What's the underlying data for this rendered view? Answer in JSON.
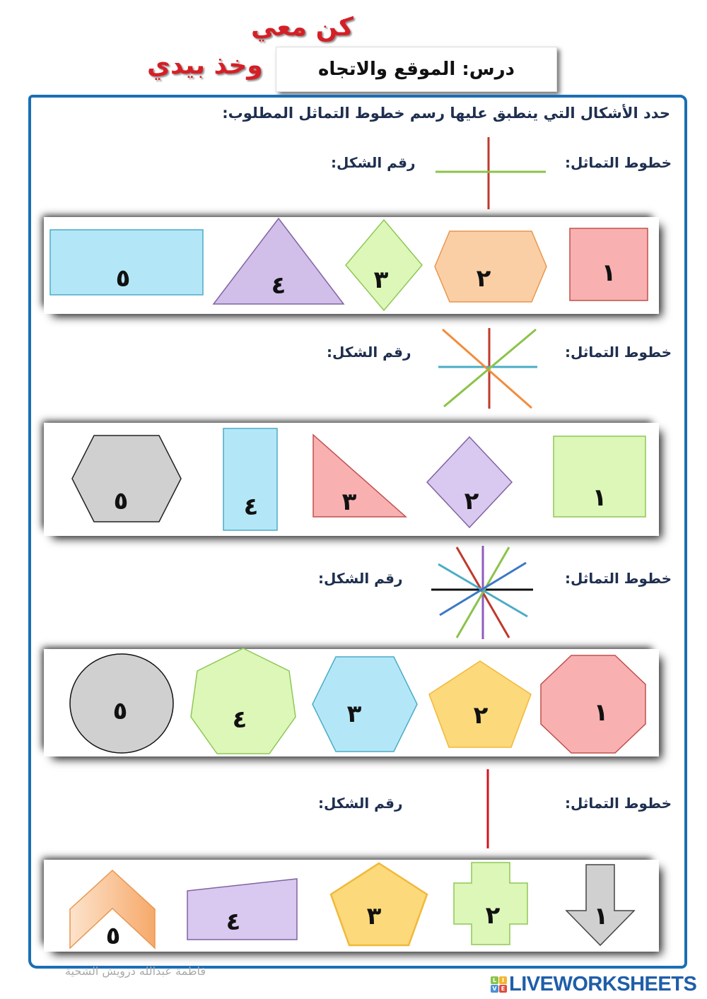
{
  "header": {
    "slogan_line1": "كن معي",
    "slogan_line2": "وخذ بيدي",
    "lesson_title": "درس: الموقع والاتجاه"
  },
  "instruction": "حدد الأشكال التي ينطبق عليها رسم خطوط التماثل المطلوب:",
  "questions": [
    {
      "symmetry_label": "خطوط التماثل:",
      "shape_number_label": "رقم الشكل:",
      "symmetry_lines_count": 2,
      "symmetry_line_colors": [
        "#c0392b",
        "#8bc34a"
      ],
      "shapes": [
        {
          "number": "١",
          "type": "square",
          "fill": "#f9b0b0",
          "stroke": "#c0504d"
        },
        {
          "number": "٢",
          "type": "hexagon",
          "fill": "#fbcfa6",
          "stroke": "#e8974e"
        },
        {
          "number": "٣",
          "type": "rhombus",
          "fill": "#dcf7b8",
          "stroke": "#8ec756"
        },
        {
          "number": "٤",
          "type": "isosceles-triangle",
          "fill": "#d1bfe9",
          "stroke": "#8064a2"
        },
        {
          "number": "٥",
          "type": "rectangle",
          "fill": "#b3e7f8",
          "stroke": "#4bacc6"
        }
      ]
    },
    {
      "symmetry_label": "خطوط التماثل:",
      "shape_number_label": "رقم الشكل:",
      "symmetry_lines_count": 4,
      "symmetry_line_colors": [
        "#c0392b",
        "#8bc34a",
        "#f28c3c",
        "#4bacc6"
      ],
      "shapes": [
        {
          "number": "١",
          "type": "square",
          "fill": "#dcf7b8",
          "stroke": "#8ec756"
        },
        {
          "number": "٢",
          "type": "rhombus",
          "fill": "#d9c8ef",
          "stroke": "#8064a2"
        },
        {
          "number": "٣",
          "type": "right-triangle",
          "fill": "#f9b0b0",
          "stroke": "#c0504d"
        },
        {
          "number": "٤",
          "type": "tall-rectangle",
          "fill": "#b3e7f8",
          "stroke": "#4bacc6"
        },
        {
          "number": "٥",
          "type": "hexagon",
          "fill": "#d0d0d0",
          "stroke": "#222222"
        }
      ]
    },
    {
      "symmetry_label": "خطوط التماثل:",
      "shape_number_label": "رقم الشكل:",
      "symmetry_lines_count": 6,
      "symmetry_line_colors": [
        "#111111",
        "#8e5bbf",
        "#c0392b",
        "#8bc34a",
        "#4bacc6",
        "#3b78c7"
      ],
      "shapes": [
        {
          "number": "١",
          "type": "octagon",
          "fill": "#f9b0b0",
          "stroke": "#c0504d"
        },
        {
          "number": "٢",
          "type": "pentagon",
          "fill": "#fcd97a",
          "stroke": "#f0b93a"
        },
        {
          "number": "٣",
          "type": "hexagon",
          "fill": "#b3e7f8",
          "stroke": "#4bacc6"
        },
        {
          "number": "٤",
          "type": "heptagon",
          "fill": "#dcf7b8",
          "stroke": "#8ec756"
        },
        {
          "number": "٥",
          "type": "circle",
          "fill": "#d0d0d0",
          "stroke": "#111111"
        }
      ]
    },
    {
      "symmetry_label": "خطوط التماثل:",
      "shape_number_label": "رقم الشكل:",
      "symmetry_lines_count": 1,
      "symmetry_line_colors": [
        "#d5141c"
      ],
      "shapes": [
        {
          "number": "١",
          "type": "down-arrow",
          "fill": "#d0d0d0",
          "stroke": "#444444"
        },
        {
          "number": "٢",
          "type": "cross",
          "fill": "#dcf7b8",
          "stroke": "#8ec756"
        },
        {
          "number": "٣",
          "type": "pentagon",
          "fill": "#fcd97a",
          "stroke": "#f0b93a"
        },
        {
          "number": "٤",
          "type": "trapezoid",
          "fill": "#d9c8ef",
          "stroke": "#8064a2"
        },
        {
          "number": "٥",
          "type": "chevron",
          "fill": "#f9c59c",
          "stroke": "#e8974e"
        }
      ]
    }
  ],
  "footer": {
    "author": "فاطمة عبدالله درويش الشحية",
    "brand_text": "LIVEWORKSHEETS",
    "brand_tiles": [
      {
        "letter": "L",
        "color": "#8bc34a"
      },
      {
        "letter": "I",
        "color": "#f2b632"
      },
      {
        "letter": "V",
        "color": "#4a90d9"
      },
      {
        "letter": "E",
        "color": "#e04b3a"
      }
    ]
  },
  "colors": {
    "frame_border": "#1a6fb5",
    "title_red": "#d51f26",
    "label_navy": "#1e2f4f"
  }
}
